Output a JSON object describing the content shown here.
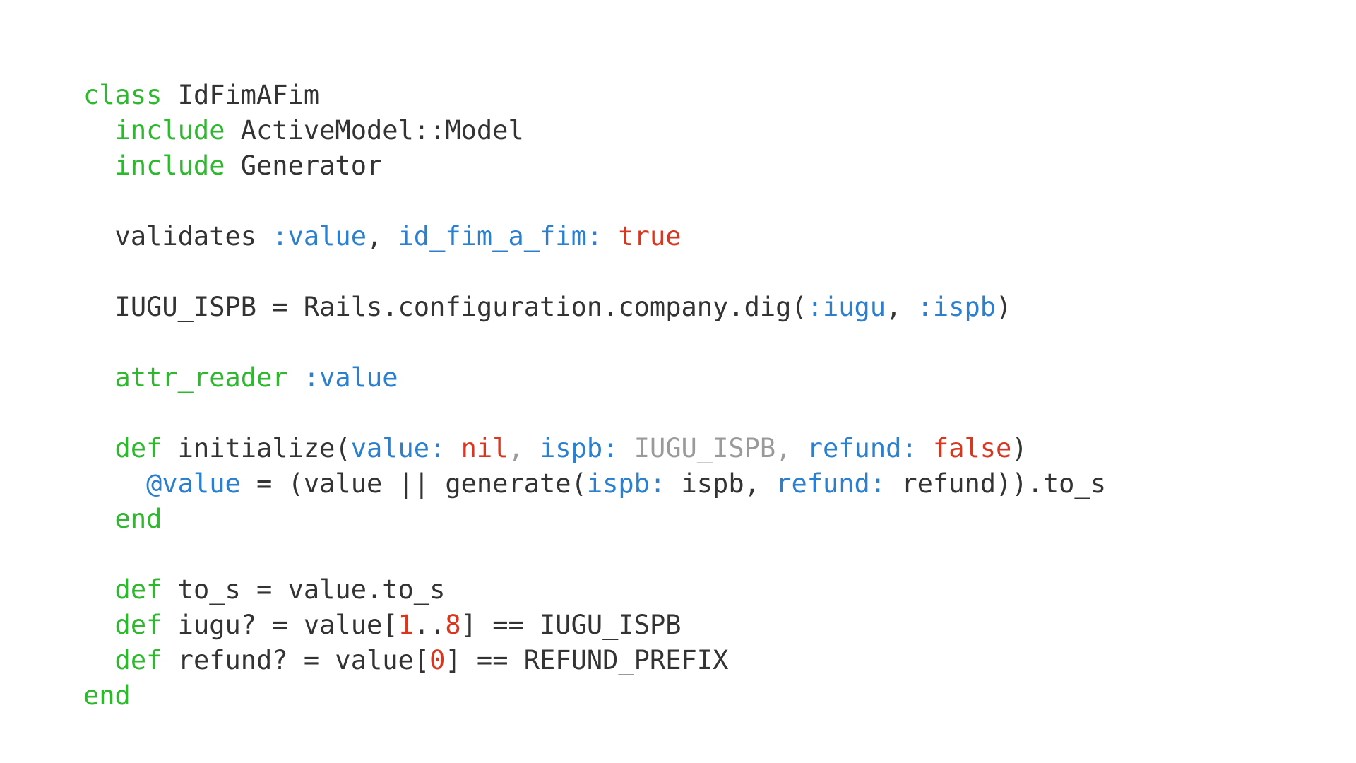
{
  "colors": {
    "background": "#ffffff",
    "keyword": "#2eb82e",
    "plain": "#333333",
    "symbol": "#2a7fcf",
    "literal": "#d9361f",
    "muted": "#9a9a9a"
  },
  "code_lines": [
    [
      {
        "t": "class",
        "c": "kw"
      },
      {
        "t": " IdFimAFim",
        "c": "pl"
      }
    ],
    [
      {
        "t": "  include",
        "c": "kw"
      },
      {
        "t": " ActiveModel::Model",
        "c": "pl"
      }
    ],
    [
      {
        "t": "  include",
        "c": "kw"
      },
      {
        "t": " Generator",
        "c": "pl"
      }
    ],
    [],
    [
      {
        "t": "  validates ",
        "c": "pl"
      },
      {
        "t": ":value",
        "c": "sym"
      },
      {
        "t": ", ",
        "c": "pl"
      },
      {
        "t": "id_fim_a_fim:",
        "c": "sym"
      },
      {
        "t": " ",
        "c": "pl"
      },
      {
        "t": "true",
        "c": "lit"
      }
    ],
    [],
    [
      {
        "t": "  IUGU_ISPB = Rails.configuration.company.dig(",
        "c": "pl"
      },
      {
        "t": ":iugu",
        "c": "sym"
      },
      {
        "t": ", ",
        "c": "pl"
      },
      {
        "t": ":ispb",
        "c": "sym"
      },
      {
        "t": ")",
        "c": "pl"
      }
    ],
    [],
    [
      {
        "t": "  attr_reader",
        "c": "kw"
      },
      {
        "t": " ",
        "c": "pl"
      },
      {
        "t": ":value",
        "c": "sym"
      }
    ],
    [],
    [
      {
        "t": "  def",
        "c": "kw"
      },
      {
        "t": " initialize(",
        "c": "pl"
      },
      {
        "t": "value:",
        "c": "sym"
      },
      {
        "t": " ",
        "c": "pl"
      },
      {
        "t": "nil",
        "c": "lit"
      },
      {
        "t": ", ",
        "c": "mut"
      },
      {
        "t": "ispb:",
        "c": "sym"
      },
      {
        "t": " IUGU_ISPB, ",
        "c": "mut"
      },
      {
        "t": "refund:",
        "c": "sym"
      },
      {
        "t": " ",
        "c": "pl"
      },
      {
        "t": "false",
        "c": "lit"
      },
      {
        "t": ")",
        "c": "pl"
      }
    ],
    [
      {
        "t": "    ",
        "c": "pl"
      },
      {
        "t": "@value",
        "c": "sym"
      },
      {
        "t": " = (value || generate(",
        "c": "pl"
      },
      {
        "t": "ispb:",
        "c": "sym"
      },
      {
        "t": " ispb, ",
        "c": "pl"
      },
      {
        "t": "refund:",
        "c": "sym"
      },
      {
        "t": " refund)).to_s",
        "c": "pl"
      }
    ],
    [
      {
        "t": "  end",
        "c": "kw"
      }
    ],
    [],
    [
      {
        "t": "  def",
        "c": "kw"
      },
      {
        "t": " to_s = value.to_s",
        "c": "pl"
      }
    ],
    [
      {
        "t": "  def",
        "c": "kw"
      },
      {
        "t": " iugu? = value[",
        "c": "pl"
      },
      {
        "t": "1",
        "c": "lit"
      },
      {
        "t": "..",
        "c": "pl"
      },
      {
        "t": "8",
        "c": "lit"
      },
      {
        "t": "] == IUGU_ISPB",
        "c": "pl"
      }
    ],
    [
      {
        "t": "  def",
        "c": "kw"
      },
      {
        "t": " refund? = value[",
        "c": "pl"
      },
      {
        "t": "0",
        "c": "lit"
      },
      {
        "t": "] == REFUND_PREFIX",
        "c": "pl"
      }
    ],
    [
      {
        "t": "end",
        "c": "kw"
      }
    ]
  ]
}
